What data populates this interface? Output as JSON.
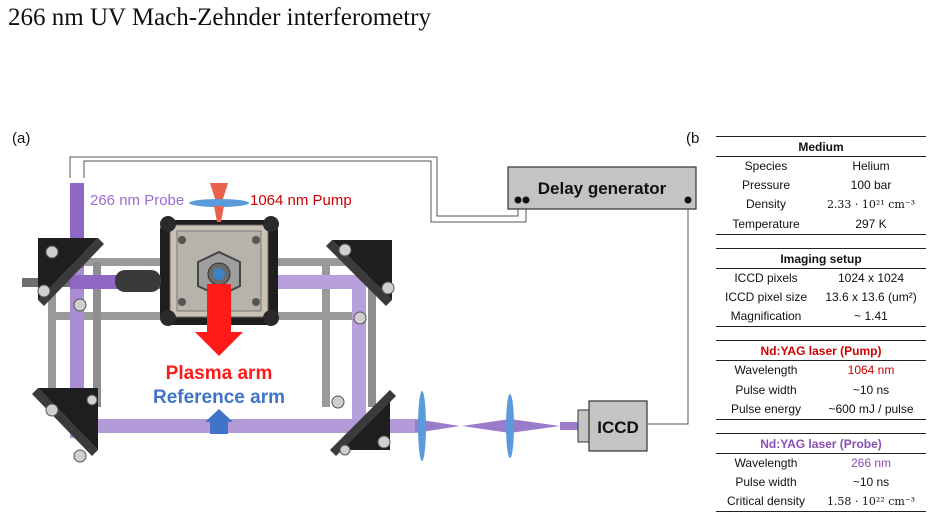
{
  "title": "266 nm UV Mach-Zehnder interferometry",
  "panels": {
    "a": "(a)",
    "b": "(b)"
  },
  "labels": {
    "probe": "266 nm Probe",
    "pump": "1064 nm Pump",
    "plasma_arm": "Plasma arm",
    "reference_arm": "Reference arm",
    "delay_generator": "Delay generator",
    "iccd": "ICCD"
  },
  "colors": {
    "beam": "#a98cd1",
    "beam_dark": "#8f67c4",
    "pump": "#e8624d",
    "plasma_arrow": "#ff1a1a",
    "reference_arrow": "#3f74c9",
    "lens": "#5b9bdc",
    "pump_red_text": "#cc0000",
    "probe_purple_text": "#8a4fb4"
  },
  "table": {
    "medium": {
      "header": "Medium",
      "rows": [
        {
          "key": "Species",
          "value": "Helium"
        },
        {
          "key": "Pressure",
          "value": "100 bar"
        },
        {
          "key": "Density",
          "value": "2.33 · 10²¹ cm⁻³"
        },
        {
          "key": "Temperature",
          "value": "297 K"
        }
      ]
    },
    "imaging": {
      "header": "Imaging setup",
      "rows": [
        {
          "key": "ICCD pixels",
          "value": "1024 x 1024"
        },
        {
          "key": "ICCD pixel size",
          "value": "13.6 x 13.6 (um²)"
        },
        {
          "key": "Magnification",
          "value": "~ 1.41"
        }
      ]
    },
    "pump": {
      "header": "Nd:YAG laser (Pump)",
      "rows": [
        {
          "key": "Wavelength",
          "value": "1064 nm"
        },
        {
          "key": "Pulse width",
          "value": "~10 ns"
        },
        {
          "key": "Pulse energy",
          "value": "~600 mJ / pulse"
        }
      ]
    },
    "probe": {
      "header": "Nd:YAG laser (Probe)",
      "rows": [
        {
          "key": "Wavelength",
          "value": "266 nm"
        },
        {
          "key": "Pulse width",
          "value": "~10 ns"
        },
        {
          "key": "Critical density",
          "value": "1.58 · 10²² cm⁻³"
        }
      ]
    }
  }
}
